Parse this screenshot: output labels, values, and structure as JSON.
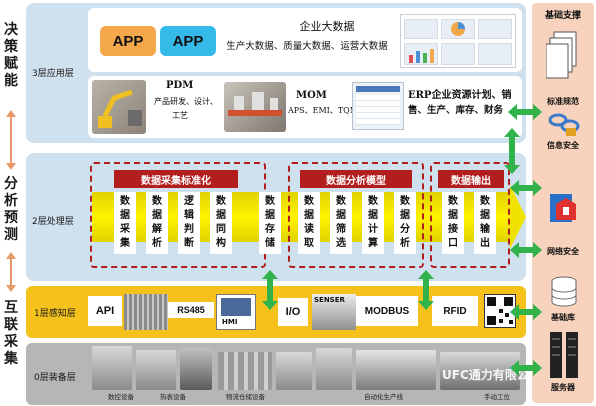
{
  "left_column": {
    "decision": [
      "决",
      "策",
      "赋",
      "能"
    ],
    "analysis": [
      "分",
      "析",
      "预",
      "测"
    ],
    "interconnect": [
      "互",
      "联",
      "采",
      "集"
    ]
  },
  "layer3": {
    "label": "3层应用层",
    "app1": "APP",
    "app2": "APP",
    "bigdata_title": "企业大数据",
    "bigdata_subtitle": "生产大数据、质量大数据、运营大数据",
    "pdm_title": "PDM",
    "pdm_line1": "产品研发、设计、",
    "pdm_line2": "工艺",
    "mom_title": "MOM",
    "mom_subtitle": "APS、EMI、TQM",
    "erp_line1": "ERP企业资源计划、销",
    "erp_line2": "售、生产、库存、财务"
  },
  "layer2": {
    "label": "2层处理层",
    "group1_title": "数据采集标准化",
    "group1_items": [
      "数据采集",
      "数据解析",
      "逻辑判断",
      "数据同构"
    ],
    "storage": "数据存储",
    "group2_title": "数据分析模型",
    "group2_items": [
      "数据读取",
      "数据筛选",
      "数据计算",
      "数据分析"
    ],
    "group3_title": "数据输出",
    "group3_items": [
      "数据接口",
      "数据输出"
    ]
  },
  "layer1": {
    "label": "1层感知层",
    "api": "API",
    "rs485": "RS485",
    "hmi": "HMI",
    "io": "I/O",
    "senser": "SENSER",
    "modbus": "MODBUS",
    "rfid": "RFID"
  },
  "layer0": {
    "label": "0层装备层",
    "captions": [
      "数控设备",
      "热表设备",
      "物流仓储设备",
      "自动化生产线",
      "手动工位"
    ],
    "watermark": "UFC通力有限公司"
  },
  "right_column": {
    "title": "基础支撑",
    "standards": "标准规范",
    "info_security": "信息安全",
    "network_security": "网络安全",
    "foundation_db": "基础库",
    "server": "服务器"
  },
  "colors": {
    "layer_blue": "#cfe0ee",
    "layer1_yellow": "#f5c21c",
    "layer0_gray": "#b6b6b6",
    "accent_red": "#b21e1e",
    "arrow_green": "#2fb34a",
    "support_peach": "#f7d2bd",
    "app_orange": "#f5a74b",
    "app_blue": "#35b9e8"
  }
}
